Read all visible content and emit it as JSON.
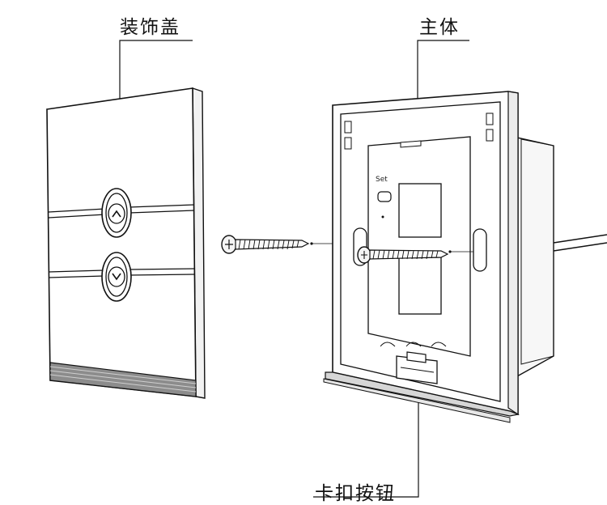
{
  "labels": {
    "cover": "装饰盖",
    "body": "主体",
    "clip_button": "卡扣按钮"
  },
  "device": {
    "set_label": "Set"
  },
  "cover_buttons": [
    {
      "name": "up-button",
      "icon": "chevron-up-icon"
    },
    {
      "name": "down-button",
      "icon": "chevron-down-icon"
    }
  ],
  "colors": {
    "line": "#111111",
    "panel_edge": "#cccccc",
    "strip": "#777777",
    "background": "#ffffff"
  }
}
